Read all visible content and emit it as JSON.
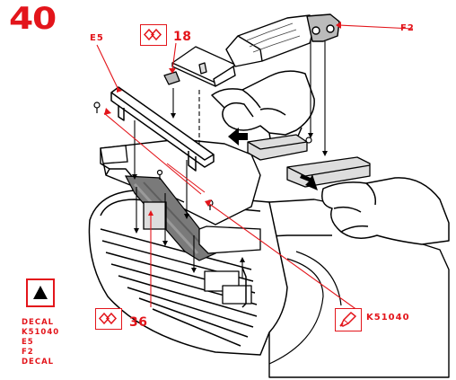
{
  "step_number": "40",
  "parts": {
    "e5": "E5",
    "n18": "18",
    "f2": "F2",
    "n36": "36",
    "k51040": "K51040"
  },
  "legend": [
    "DECAL",
    "K51040",
    "E5",
    "F2",
    "DECAL"
  ],
  "colors": {
    "accent": "#e3151b",
    "line": "#000000",
    "shade": "#555555"
  },
  "icons": {
    "glue": "diamond-glue-icon",
    "decal": "triangle-decal-icon",
    "brush": "paint-brush-icon"
  }
}
